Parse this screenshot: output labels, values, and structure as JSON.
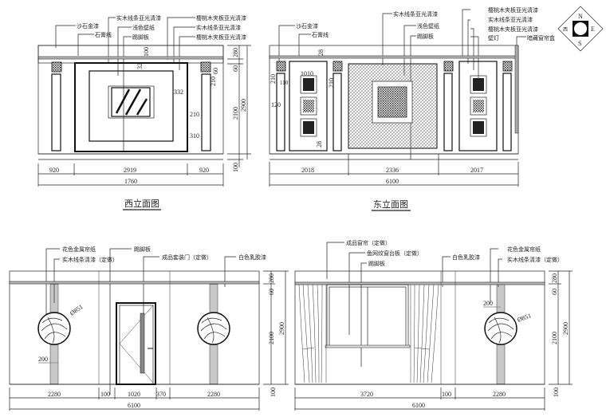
{
  "drawing": {
    "compass": {
      "north": "N",
      "east": "E",
      "south": "S",
      "west": "西"
    },
    "west_elevation": {
      "title": "西立面图",
      "callouts": [
        "沙石金漆",
        "石膏线",
        "实木线条亚光清漆",
        "浅色壁纸",
        "踢脚板",
        "樱桃木夹板亚光清漆",
        "实木线条亚光清漆",
        "樱桃木夹板亚光清漆"
      ],
      "dims_bottom": [
        "920",
        "2919",
        "920"
      ],
      "dim_total": "1760",
      "dims_inner": [
        "100",
        "32",
        "60",
        "210",
        "332",
        "210",
        "310"
      ],
      "dims_right": [
        "280",
        "60",
        "2100",
        "2900",
        "100"
      ]
    },
    "east_elevation": {
      "title": "东立面图",
      "callouts": [
        "沙石金漆",
        "石膏线",
        "实木线条亚光清漆",
        "浅色壁纸",
        "踢脚板",
        "樱桃木夹板亚光清漆",
        "实木线条亚光清漆",
        "樱桃木夹板亚光清漆",
        "壁灯",
        "暗藏窗帘盒"
      ],
      "dims_bottom": [
        "2018",
        "2336",
        "2017"
      ],
      "dim_total": "6100",
      "dims_inner": [
        "28",
        "210",
        "110",
        "1010",
        "120",
        "28",
        "210"
      ]
    },
    "south_elevation": {
      "callouts": [
        "花色金属帘纸",
        "实木线条清漆（定做）",
        "踢脚板",
        "成品套装门（定做）",
        "白色乳胶漆"
      ],
      "dims_bottom": [
        "2280",
        "100",
        "1020",
        "370",
        "2280"
      ],
      "dim_total": "6100",
      "dims_inner": [
        "Ø851",
        "200"
      ],
      "dims_right": [
        "280",
        "60",
        "2100",
        "2900",
        "100"
      ]
    },
    "north_elevation": {
      "callouts": [
        "成品窗帘（定做）",
        "鱼网纹窗台板（定做）",
        "踢脚板",
        "白色乳胶漆",
        "花色金属帘纸",
        "实木线条清漆（定做）"
      ],
      "dims_bottom": [
        "3720",
        "100",
        "2280"
      ],
      "dim_total": "6100",
      "dims_inner": [
        "200",
        "Ø851"
      ],
      "dims_right": [
        "280",
        "60",
        "2100",
        "2900",
        "100"
      ]
    }
  }
}
